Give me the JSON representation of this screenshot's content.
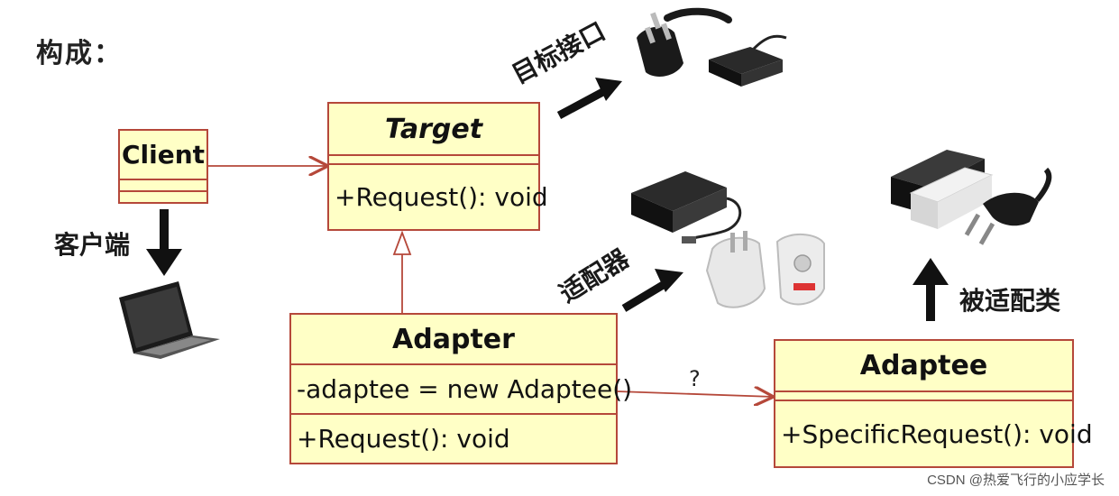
{
  "heading": "构成：",
  "labels": {
    "target_interface": "目标接口",
    "client_side": "客户端",
    "adapter_cn": "适配器",
    "adaptee_cn": "被适配类",
    "question": "?"
  },
  "classes": {
    "client": {
      "name": "Client"
    },
    "target": {
      "name": "Target",
      "operation": "+Request(): void"
    },
    "adapter": {
      "name": "Adapter",
      "attribute": "-adaptee = new Adaptee()",
      "operation": "+Request(): void"
    },
    "adaptee": {
      "name": "Adaptee",
      "operation": "+SpecificRequest(): void"
    }
  },
  "watermark": "CSDN @热爱飞行的小应学长",
  "colors": {
    "box_fill": "#ffffc6",
    "box_border": "#b5483a",
    "arrow": "#111111"
  },
  "icons": [
    "power-plug-icon",
    "laptop-icon",
    "power-adapter-icon",
    "power-bank-icon"
  ]
}
